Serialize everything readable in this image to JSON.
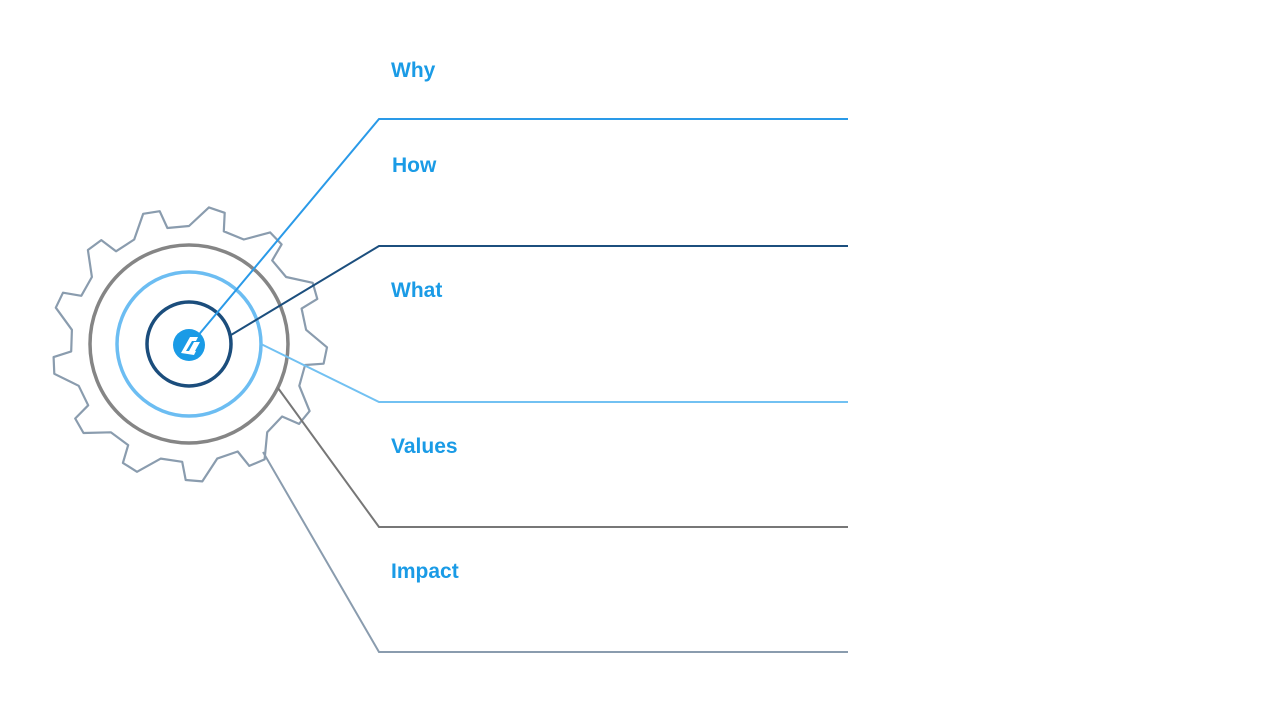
{
  "sections": [
    {
      "label": "Why"
    },
    {
      "label": "How"
    },
    {
      "label": "What"
    },
    {
      "label": "Values"
    },
    {
      "label": "Impact"
    }
  ],
  "logo": {
    "icon": "brand-logo-icon"
  },
  "colors": {
    "label_text": "#1a9be6",
    "why_line": "#2a9ae8",
    "how_line": "#1c4f7e",
    "what_line": "#72c1f2",
    "values_line": "#777777",
    "impact_line": "#8a9cae",
    "gear": "#8a9cae",
    "outer_ring": "#858585",
    "middle_ring": "#6cbdf2",
    "inner_ring": "#1b4d7c",
    "logo_fill": "#1a9be6"
  }
}
